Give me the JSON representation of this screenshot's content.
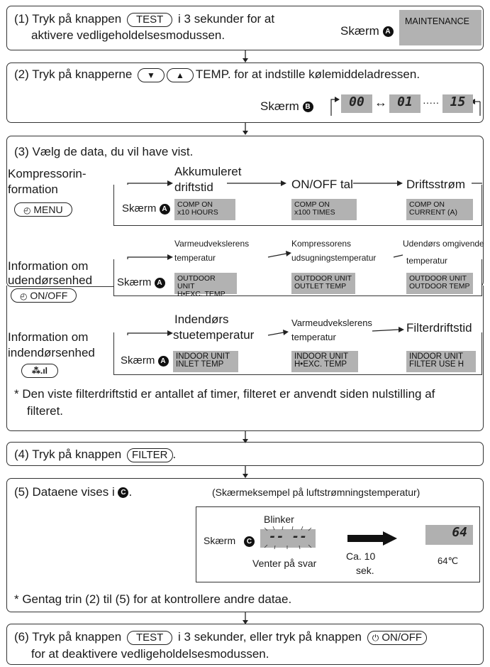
{
  "step1": {
    "pre": "(1) Tryk på knappen",
    "button": "TEST",
    "post": "i 3 sekunder for at",
    "line2": "aktivere vedligeholdelsesmodussen.",
    "screen_label": "Skærm",
    "marker": "A",
    "display": "MAINTENANCE"
  },
  "step2": {
    "pre": "(2) Tryk på knapperne",
    "btn_down": "▼",
    "btn_up": "▲",
    "post": "TEMP. for at indstille kølemiddeladressen.",
    "screen_label": "Skærm",
    "marker": "B",
    "val1": "00",
    "arrow": "↔",
    "val2": "01",
    "dots": "·····",
    "val3": "15"
  },
  "step3": {
    "title": "(3) Vælg de data, du vil have vist.",
    "screen_label": "Skærm",
    "marker": "A",
    "groups": [
      {
        "label1": "Kompressorin-",
        "label2": "formation",
        "button": "MENU",
        "items": [
          {
            "title1": "Akkumuleret",
            "title2": "driftstid",
            "line1": "COMP ON",
            "line2": "x10 HOURS"
          },
          {
            "title1": "ON/OFF tal",
            "title2": "",
            "line1": "COMP ON",
            "line2": "x100 TIMES"
          },
          {
            "title1": "Driftsstrøm",
            "title2": "",
            "line1": "COMP ON",
            "line2": "CURRENT (A)"
          }
        ]
      },
      {
        "label1": "Information om",
        "label2": "udendørsenhed",
        "button": "ON/OFF",
        "items": [
          {
            "title1": "Varmeudvekslerens",
            "title2": "temperatur",
            "line1": "OUTDOOR UNIT",
            "line2": "H•EXC. TEMP"
          },
          {
            "title1": "Kompressorens",
            "title2": "udsugningstemperatur",
            "line1": "OUTDOOR UNIT",
            "line2": "OUTLET TEMP"
          },
          {
            "title1": "Udendørs omgivende",
            "title2": "temperatur",
            "line1": "OUTDOOR UNIT",
            "line2": "OUTDOOR TEMP"
          }
        ]
      },
      {
        "label1": "Information om",
        "label2": "indendørsenhed",
        "button": "fan-signal",
        "items": [
          {
            "title1": "Indendørs",
            "title2": "stuetemperatur",
            "line1": "INDOOR UNIT",
            "line2": "INLET TEMP"
          },
          {
            "title1": "Varmeudvekslerens",
            "title2": "temperatur",
            "line1": "INDOOR UNIT",
            "line2": "H•EXC. TEMP"
          },
          {
            "title1": "Filterdriftstid",
            "title2": "",
            "line1": "INDOOR UNIT",
            "line2": "FILTER USE H"
          }
        ]
      }
    ],
    "note1": "* Den viste filterdriftstid er antallet af timer, filteret er anvendt siden nulstilling af",
    "note2": "filteret."
  },
  "step4": {
    "pre": "(4) Tryk på knappen",
    "button": "FILTER",
    "post": "."
  },
  "step5": {
    "pre": "(5) Dataene vises i",
    "marker": "C",
    "post": ".",
    "example": "(Skærmeksempel på luftstrømningstemperatur)",
    "blink": "Blinker",
    "screen_label": "Skærm",
    "waiting": "Venter på svar",
    "approx1": "Ca. 10",
    "approx2": "sek.",
    "value_display": "64",
    "value_text": "64℃",
    "dash_display": "-- --",
    "note": "* Gentag trin (2) til (5) for at kontrollere andre datae."
  },
  "step6": {
    "pre": "(6) Tryk på knappen",
    "button": "TEST",
    "mid": "i 3 sekunder, eller tryk på knappen",
    "button2": "ON/OFF",
    "line2": "for at deaktivere vedligeholdelsesmodussen."
  }
}
